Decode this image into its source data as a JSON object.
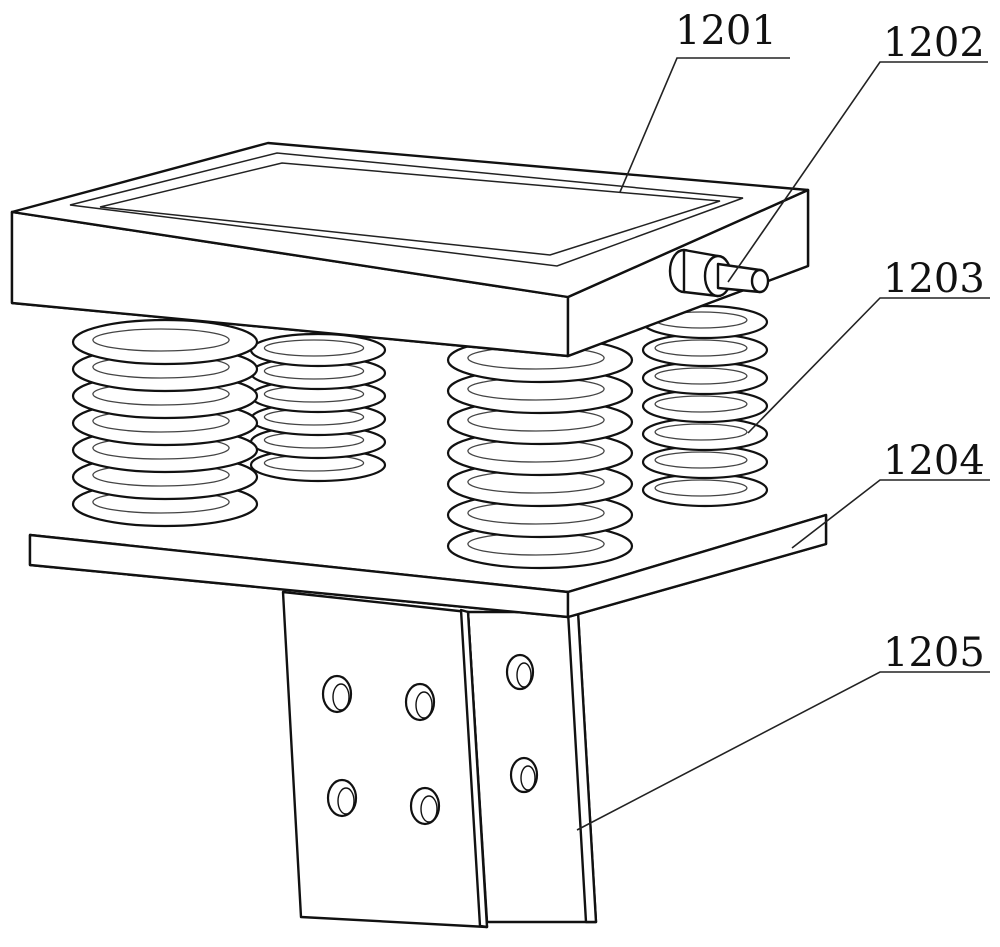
{
  "figure": {
    "labels": [
      {
        "id": "1201",
        "text": "1201"
      },
      {
        "id": "1202",
        "text": "1202"
      },
      {
        "id": "1203",
        "text": "1203"
      },
      {
        "id": "1204",
        "text": "1204"
      },
      {
        "id": "1205",
        "text": "1205"
      }
    ]
  }
}
